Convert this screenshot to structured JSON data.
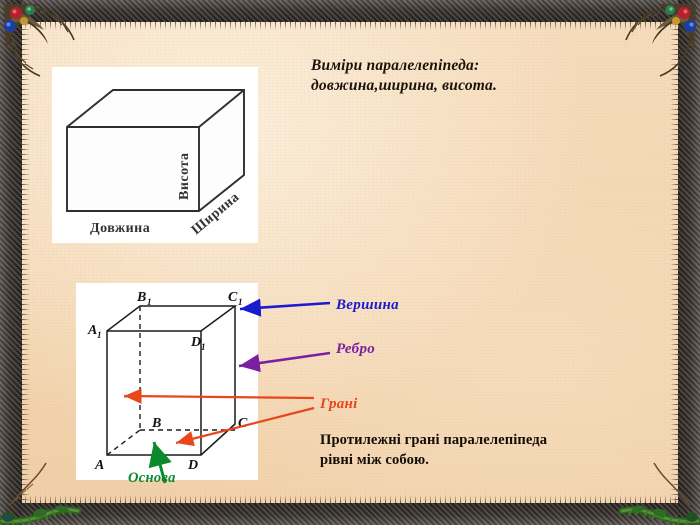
{
  "slide": {
    "background_color": "#f4d6b2",
    "frame_color": "#3a342f",
    "panel_color": "#ffffff"
  },
  "title": {
    "measures_text": "Виміри паралелепіпеда:\nдовжина,ширина, висота."
  },
  "statement": {
    "opposite_faces_text": "Протилежні грані паралелепіпеда\nрівні між собою."
  },
  "box_diagram": {
    "name": "rectangular-box-dimensions",
    "labels": {
      "height": "Висота",
      "length": "Довжина",
      "width": "Ширина"
    }
  },
  "cuboid_diagram": {
    "name": "labelled-parallelepiped",
    "vertices": [
      {
        "id": "A1",
        "letter": "A",
        "sub": "1"
      },
      {
        "id": "B1",
        "letter": "B",
        "sub": "1"
      },
      {
        "id": "C1",
        "letter": "C",
        "sub": "1"
      },
      {
        "id": "D1",
        "letter": "D",
        "sub": "1"
      },
      {
        "id": "A",
        "letter": "A",
        "sub": ""
      },
      {
        "id": "B",
        "letter": "B",
        "sub": ""
      },
      {
        "id": "C",
        "letter": "C",
        "sub": ""
      },
      {
        "id": "D",
        "letter": "D",
        "sub": ""
      }
    ]
  },
  "callouts": {
    "vertex": {
      "label": "Вершина",
      "color": "#1a1ad0"
    },
    "edge": {
      "label": "Ребро",
      "color": "#7b1fa2"
    },
    "faces": {
      "label": "Грані",
      "color": "#e8471c"
    },
    "base": {
      "label": "Основа",
      "color": "#0a8a2a"
    }
  }
}
